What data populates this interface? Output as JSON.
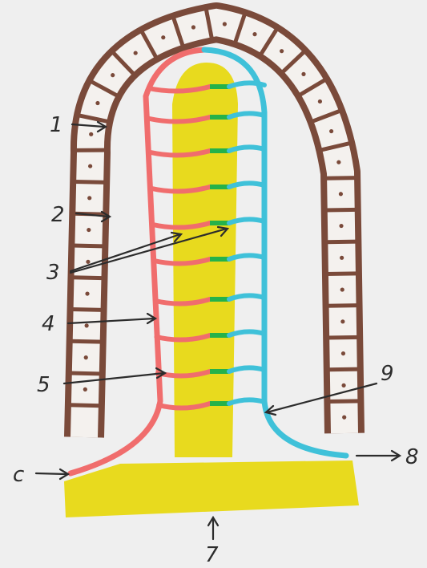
{
  "diagram": {
    "labels": [
      {
        "id": "1",
        "text": "1"
      },
      {
        "id": "2",
        "text": "2"
      },
      {
        "id": "3",
        "text": "3"
      },
      {
        "id": "4",
        "text": "4"
      },
      {
        "id": "5",
        "text": "5"
      },
      {
        "id": "6",
        "text": "c"
      },
      {
        "id": "7",
        "text": "7"
      },
      {
        "id": "8",
        "text": "8"
      },
      {
        "id": "9",
        "text": "9"
      }
    ],
    "colors": {
      "paper": "#efefef",
      "epithelium": "#7a4a3a",
      "cell_fill": "#f4f1ee",
      "lacteal": "#e8da1e",
      "arteriole": "#f06d6d",
      "venule": "#3fc1d9",
      "capillary_join": "#25b24a",
      "ink": "#2c2c2c"
    }
  }
}
